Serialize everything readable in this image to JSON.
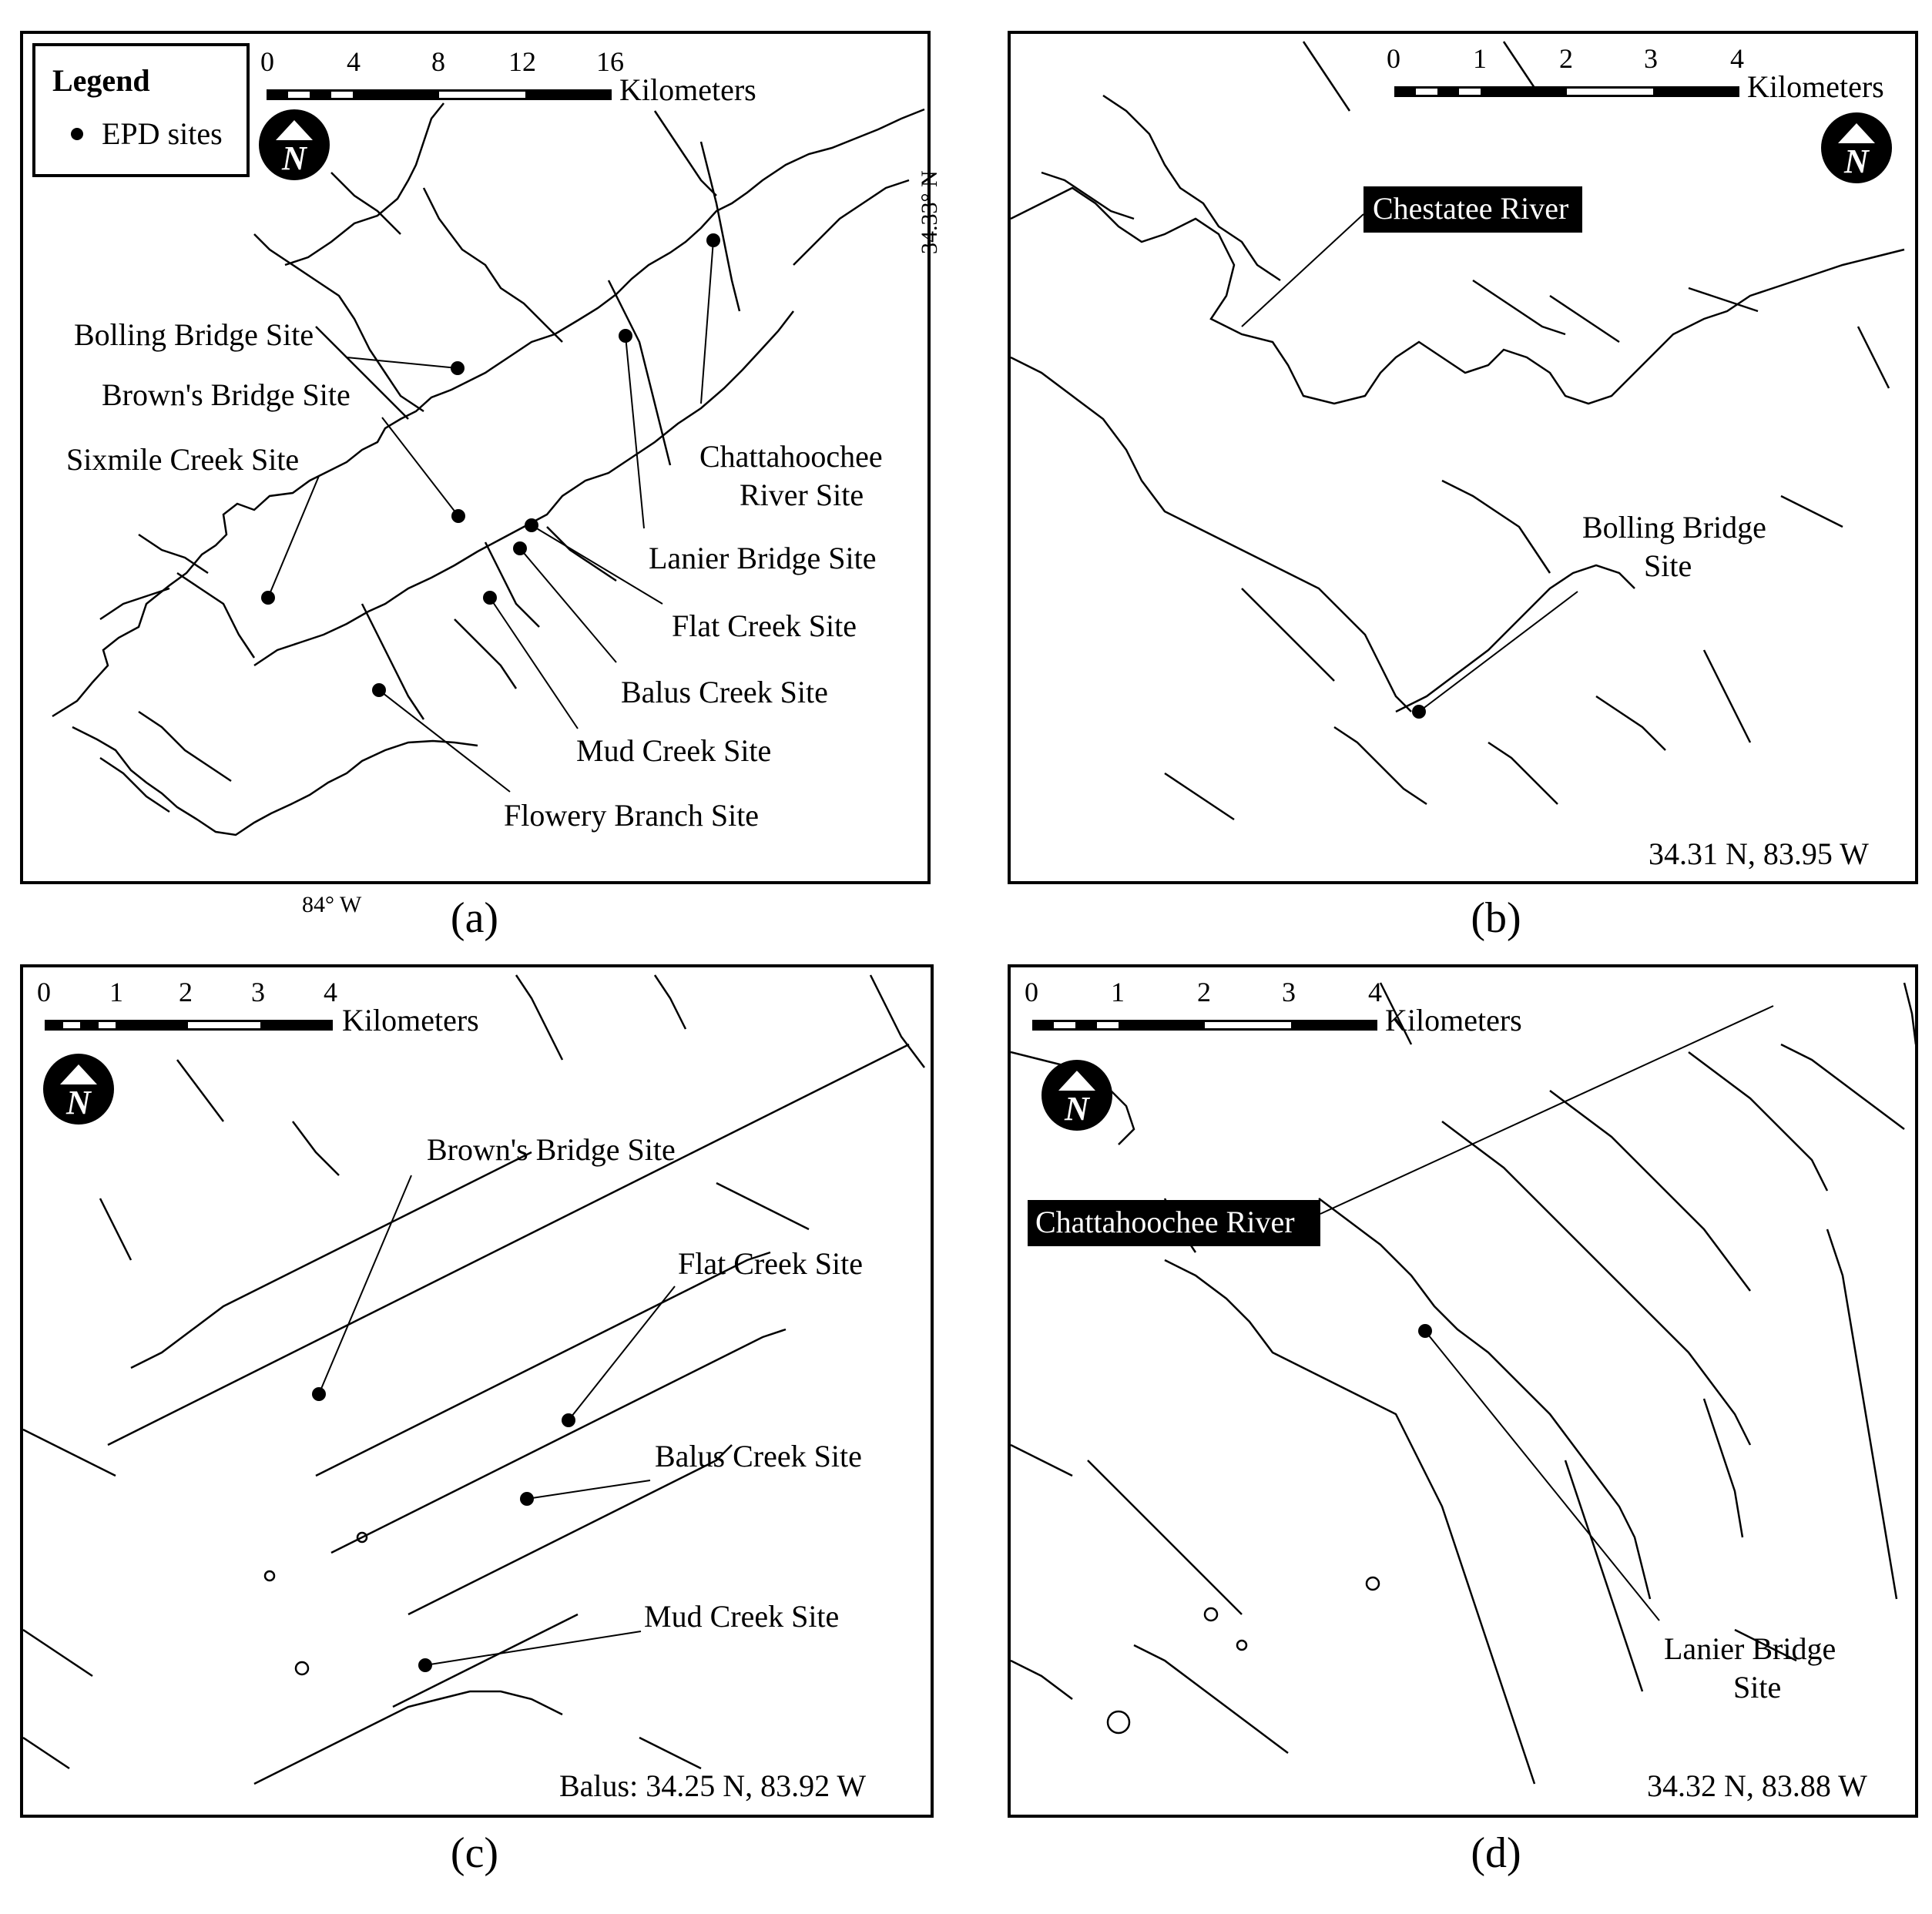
{
  "panel_a": {
    "caption": "(a)",
    "legend": {
      "title": "Legend",
      "item": "EPD sites"
    },
    "scale": {
      "ticks": [
        "0",
        "4",
        "8",
        "12",
        "16"
      ],
      "unit": "Kilometers"
    },
    "north_glyph": "N",
    "lat_label": "34.33° N",
    "lon_label": "84° W",
    "sites": {
      "bolling": "Bolling Bridge Site",
      "browns": "Brown's Bridge Site",
      "sixmile": "Sixmile Creek Site",
      "chattahoochee_1": "Chattahoochee",
      "chattahoochee_2": "River Site",
      "lanier": "Lanier Bridge Site",
      "flat": "Flat Creek Site",
      "balus": "Balus Creek Site",
      "mud": "Mud Creek Site",
      "flowery": "Flowery Branch Site"
    }
  },
  "panel_b": {
    "caption": "(b)",
    "scale": {
      "ticks": [
        "0",
        "1",
        "2",
        "3",
        "4"
      ],
      "unit": "Kilometers"
    },
    "north_glyph": "N",
    "river": "Chestatee River",
    "site_1": "Bolling Bridge",
    "site_2": "Site",
    "coords": "34.31 N, 83.95 W"
  },
  "panel_c": {
    "caption": "(c)",
    "scale": {
      "ticks": [
        "0",
        "1",
        "2",
        "3",
        "4"
      ],
      "unit": "Kilometers"
    },
    "north_glyph": "N",
    "sites": {
      "browns": "Brown's Bridge Site",
      "flat": "Flat Creek Site",
      "balus": "Balus Creek Site",
      "mud": "Mud Creek Site"
    },
    "coords": "Balus: 34.25 N, 83.92 W"
  },
  "panel_d": {
    "caption": "(d)",
    "scale": {
      "ticks": [
        "0",
        "1",
        "2",
        "3",
        "4"
      ],
      "unit": "Kilometers"
    },
    "north_glyph": "N",
    "river": "Chattahoochee River",
    "site_1": "Lanier Bridge",
    "site_2": "Site",
    "coords": "34.32 N, 83.88 W"
  }
}
